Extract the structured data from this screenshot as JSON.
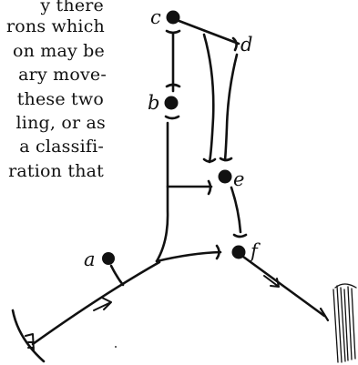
{
  "text_lines": [
    "y there",
    "rons which",
    "on may be",
    "ary move-",
    "these two",
    "ling, or as",
    "a classifi-",
    "ration that"
  ],
  "labels": {
    "a": "a",
    "b": "b",
    "c": "c",
    "d": "d",
    "e": "e",
    "f": "f"
  }
}
